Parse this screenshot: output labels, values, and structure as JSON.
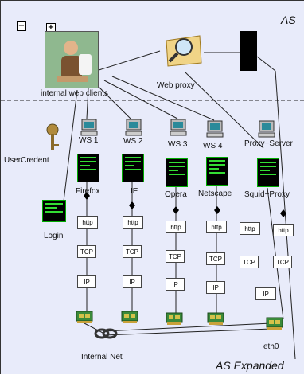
{
  "controls": {
    "collapse_symbol": "−",
    "expand_symbol": "+"
  },
  "header": {
    "title": "AS",
    "footer_title": "AS Expanded"
  },
  "clients": {
    "label": "internal web clients"
  },
  "proxy": {
    "label": "Web proxy"
  },
  "credential": {
    "label": "UserCredent"
  },
  "login": {
    "label": "Login"
  },
  "workstations": [
    {
      "label": "WS 1"
    },
    {
      "label": "WS 2"
    },
    {
      "label": "WS 3"
    },
    {
      "label": "WS 4"
    },
    {
      "label": "Proxy−Server"
    }
  ],
  "apps": [
    {
      "label": "Firefox"
    },
    {
      "label": "IE"
    },
    {
      "label": "Opera"
    },
    {
      "label": "Netscape"
    },
    {
      "label": "Squid−Proxy"
    }
  ],
  "protocols": {
    "http": "http",
    "tcp": "TCP",
    "ip": "IP"
  },
  "network": {
    "internal_net": "Internal Net",
    "eth0": "eth0"
  },
  "colors": {
    "background": "#e8ebfa",
    "terminal_text": "#33dd33",
    "divider": "#333333"
  }
}
